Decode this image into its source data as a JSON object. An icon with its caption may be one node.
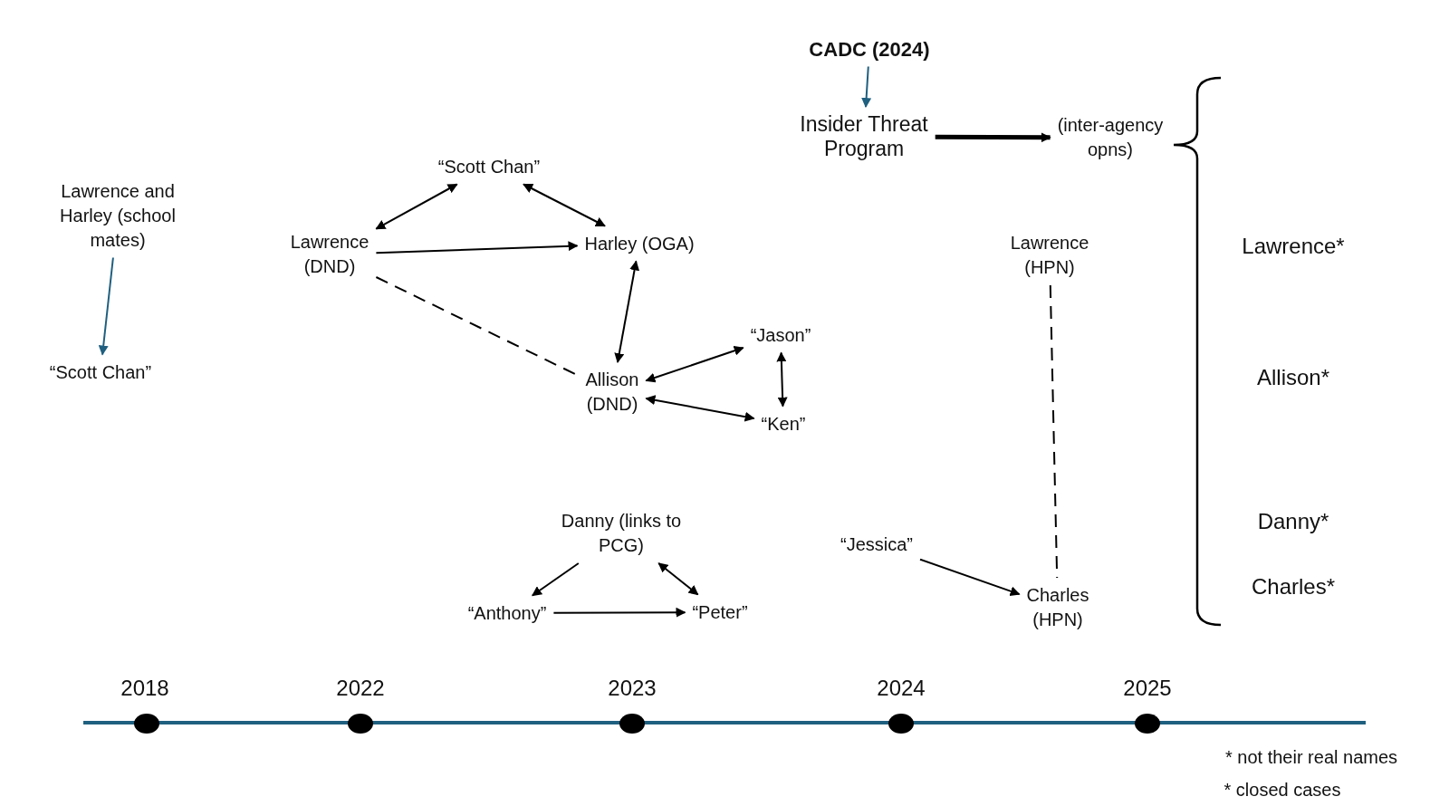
{
  "diagram": {
    "nodes": [
      {
        "text": [
          "Lawrence and Harley (school mates)"
        ]
      },
      {
        "text": [
          "“Scott Chan”"
        ]
      },
      {
        "text": [
          "“Scott Chan”"
        ]
      },
      {
        "text": [
          "Lawrence (DND)"
        ]
      },
      {
        "text": [
          "Harley (OGA)"
        ]
      },
      {
        "text": [
          "Allison (DND)"
        ]
      },
      {
        "text": [
          "“Jason”"
        ]
      },
      {
        "text": [
          "“Ken”"
        ]
      },
      {
        "text": [
          "Danny (links to PCG)"
        ]
      },
      {
        "text": [
          "“Anthony”"
        ]
      },
      {
        "text": [
          "“Peter”"
        ]
      },
      {
        "text": [
          "CADC (2024)"
        ]
      },
      {
        "text": [
          "Insider Threat Program"
        ]
      },
      {
        "text": [
          "(inter-agency opns)"
        ]
      },
      {
        "text": [
          "Lawrence (HPN)"
        ]
      },
      {
        "text": [
          "“Jessica”"
        ]
      },
      {
        "text": [
          "Charles (HPN)"
        ]
      }
    ],
    "edges": [
      {
        "from": 0,
        "to": 1,
        "arrow": "to",
        "color": "#1f5f7f"
      },
      {
        "from": 3,
        "to": 2,
        "arrow": "both"
      },
      {
        "from": 2,
        "to": 4,
        "arrow": "both"
      },
      {
        "from": 3,
        "to": 4,
        "arrow": "to"
      },
      {
        "from": 3,
        "to": 5,
        "arrow": "none",
        "style": "dashed"
      },
      {
        "from": 4,
        "to": 5,
        "arrow": "both"
      },
      {
        "from": 5,
        "to": 6,
        "arrow": "both"
      },
      {
        "from": 6,
        "to": 7,
        "arrow": "both"
      },
      {
        "from": 5,
        "to": 7,
        "arrow": "both"
      },
      {
        "from": 8,
        "to": 9,
        "arrow": "to"
      },
      {
        "from": 8,
        "to": 10,
        "arrow": "both"
      },
      {
        "from": 9,
        "to": 10,
        "arrow": "to"
      },
      {
        "from": 11,
        "to": 12,
        "arrow": "to",
        "color": "#1f5f7f"
      },
      {
        "from": 12,
        "to": 13,
        "arrow": "to",
        "style": "thick"
      },
      {
        "from": 14,
        "to": 16,
        "arrow": "none",
        "style": "dashed"
      },
      {
        "from": 15,
        "to": 16,
        "arrow": "to"
      }
    ],
    "labels": [
      "Lawrence*",
      "Allison*",
      "Danny*",
      "Charles*",
      "2018",
      "2022",
      "2023",
      "2024",
      "2025",
      "* not their real names",
      "* closed cases"
    ]
  }
}
